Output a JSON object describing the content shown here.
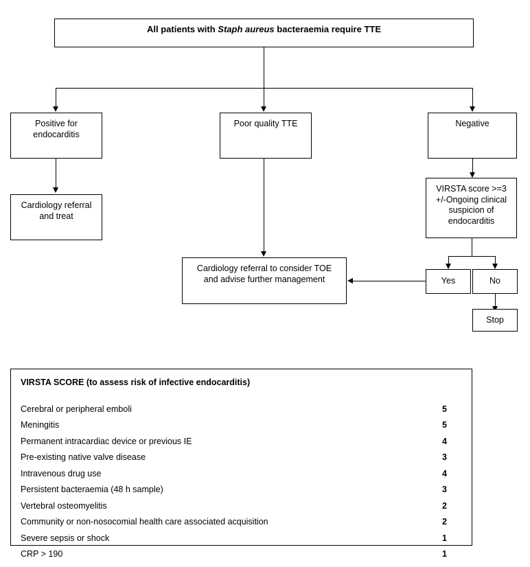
{
  "flowchart": {
    "title_box": {
      "prefix": "All patients with ",
      "italic": "Staph aureus",
      "suffix": " bacteraemia require TTE"
    },
    "nodes": {
      "positive": "Positive for endocarditis",
      "positive_line1": "Positive for",
      "positive_line2": "endocarditis",
      "cardiology_treat_line1": "Cardiology referral",
      "cardiology_treat_line2": "and treat",
      "poor_quality": "Poor quality TTE",
      "negative": "Negative",
      "virsta_line1": "VIRSTA score >=3",
      "virsta_line2": "+/-Ongoing clinical",
      "virsta_line3": "suspicion of",
      "virsta_line4": "endocarditis",
      "yes": "Yes",
      "no": "No",
      "stop": "Stop",
      "toe_line1": "Cardiology referral to consider TOE",
      "toe_line2": "and advise further management"
    }
  },
  "score_panel": {
    "title": "VIRSTA SCORE (to assess risk of infective endocarditis)",
    "rows": [
      {
        "label": "Cerebral or peripheral emboli",
        "value": "5"
      },
      {
        "label": "Meningitis",
        "value": "5"
      },
      {
        "label": "Permanent intracardiac device or previous IE",
        "value": "4"
      },
      {
        "label": "Pre-existing native valve disease",
        "value": "3"
      },
      {
        "label": "Intravenous drug use",
        "value": "4"
      },
      {
        "label": "Persistent bacteraemia (48 h sample)",
        "value": "3"
      },
      {
        "label": "Vertebral osteomyelitis",
        "value": "2"
      },
      {
        "label": "Community or non-nosocomial health care associated acquisition",
        "value": "2"
      },
      {
        "label": "Severe sepsis or shock",
        "value": "1"
      },
      {
        "label": "CRP > 190",
        "value": "1"
      }
    ]
  },
  "colors": {
    "line": "#000000",
    "background": "#ffffff",
    "text": "#000000"
  }
}
